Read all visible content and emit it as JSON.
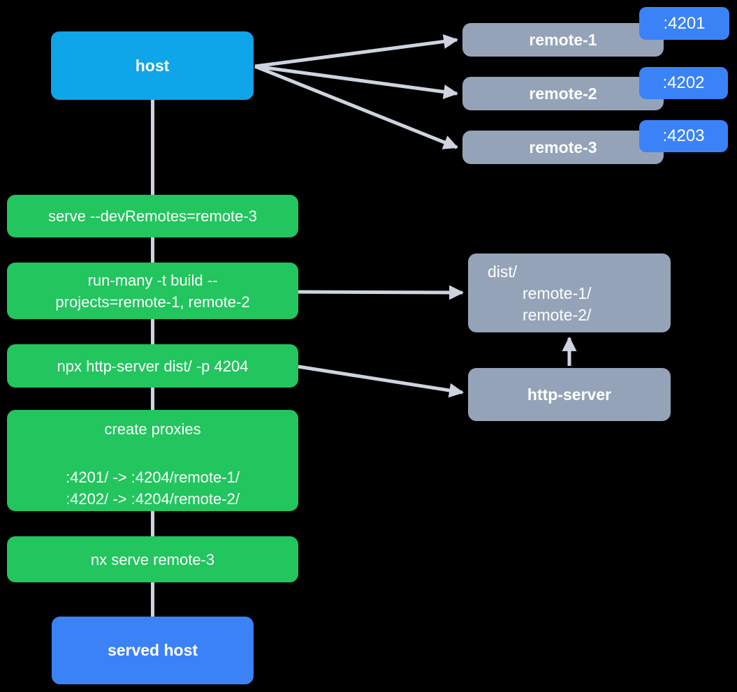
{
  "colors": {
    "background": "#000000",
    "host_box": "#0ea5e9",
    "step_box": "#22c55e",
    "remote_box": "#94a3b8",
    "port_badge": "#3b82f6",
    "served_host_box": "#3b82f6",
    "connector": "#cdd4e0",
    "text": "#ffffff"
  },
  "diagram": {
    "host": {
      "label": "host"
    },
    "remotes": [
      {
        "label": "remote-1",
        "port": ":4201"
      },
      {
        "label": "remote-2",
        "port": ":4202"
      },
      {
        "label": "remote-3",
        "port": ":4203"
      }
    ],
    "steps": {
      "serve": "serve --devRemotes=remote-3",
      "run_many_line1": "run-many -t build --",
      "run_many_line2": "projects=remote-1, remote-2",
      "http_server_cmd": "npx http-server dist/ -p 4204",
      "create_proxies_title": "create proxies",
      "proxy_map1": ":4201/ -> :4204/remote-1/",
      "proxy_map2": ":4202/ -> :4204/remote-2/",
      "nx_serve": "nx serve remote-3"
    },
    "dist": {
      "root": "dist/",
      "children": [
        "remote-1/",
        "remote-2/"
      ]
    },
    "http_server": {
      "label": "http-server"
    },
    "served_host": {
      "label": "served host"
    }
  }
}
